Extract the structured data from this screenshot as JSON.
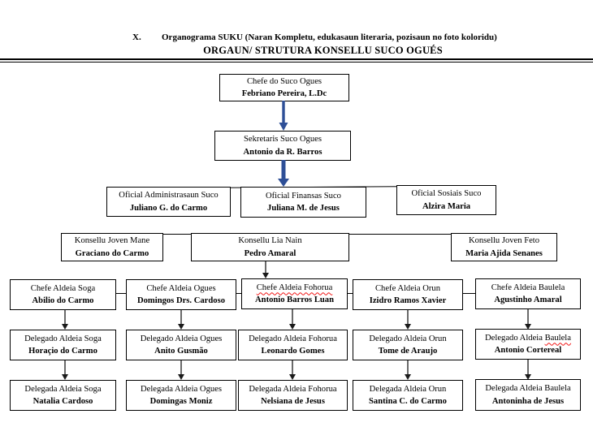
{
  "page": {
    "heading_index": "X.",
    "heading_title": "Organograma SUKU (Naran Kompletu, edukasaun literaria, pozisaun no foto koloridu)",
    "subtitle": "ORGAUN/ STRUTURA KONSELLU SUCO OGUÉS"
  },
  "org": {
    "chief": {
      "role": "Chefe do Suco Ogues",
      "name": "Febriano Pereira, L.Dc"
    },
    "secretary": {
      "role": "Sekretaris Suco Ogues",
      "name": "Antonio da R. Barros"
    },
    "officials": [
      {
        "role": "Oficial Administrasaun Suco",
        "name": "Juliano G. do Carmo"
      },
      {
        "role": "Oficial Finansas Suco",
        "name": "Juliana M. de Jesus"
      },
      {
        "role": "Oficial Sosiais Suco",
        "name": "Alzira Maria"
      }
    ],
    "council": [
      {
        "role": "Konsellu Joven Mane",
        "name": "Graciano do Carmo"
      },
      {
        "role": "Konsellu Lia Nain",
        "name": "Pedro Amaral"
      },
      {
        "role": "Konsellu Joven Feto",
        "name": "Maria Ajida Senanes"
      }
    ],
    "aldeia_chiefs": [
      {
        "role": "Chefe Aldeia Soga",
        "name": "Abilio do Carmo"
      },
      {
        "role": "Chefe Aldeia Ogues",
        "name": "Domingos Drs. Cardoso"
      },
      {
        "role": "Chefe Aldeia Fohorua",
        "name": "Antonio Barros Luan",
        "spellcheck_marked": true
      },
      {
        "role": "Chefe Aldeia Orun",
        "name": "Izidro Ramos Xavier"
      },
      {
        "role": "Chefe Aldeia Baulela",
        "name": "Agustinho Amaral"
      }
    ],
    "delegados": [
      {
        "role": "Delegado Aldeia Soga",
        "name": "Horaçio do Carmo"
      },
      {
        "role": "Delegado Aldeia Ogues",
        "name": "Anito Gusmão"
      },
      {
        "role": "Delegado Aldeia Fohorua",
        "name": "Leonardo Gomes"
      },
      {
        "role": "Delegado Aldeia Orun",
        "name": "Tome de Araujo"
      },
      {
        "role_prefix": "Delegado Aldeia",
        "role_marked": "Baulela",
        "name": "Antonio Cortereal"
      }
    ],
    "delegadas": [
      {
        "role": "Delegada Aldeia Soga",
        "name": "Natalia Cardoso"
      },
      {
        "role": "Delegada Aldeia Ogues",
        "name": "Domingas Moniz"
      },
      {
        "role": "Delegada Aldeia Fohorua",
        "name": "Nelsiana de Jesus"
      },
      {
        "role": "Delegada Aldeia Orun",
        "name": "Santina C. do Carmo"
      },
      {
        "role": "Delegada Aldeia Baulela",
        "name": "Antoninha de Jesus"
      }
    ]
  },
  "colors": {
    "arrow_blue": "#2e4f97",
    "connector_black": "#1a1a1a",
    "spellcheck_red": "#f21616"
  }
}
